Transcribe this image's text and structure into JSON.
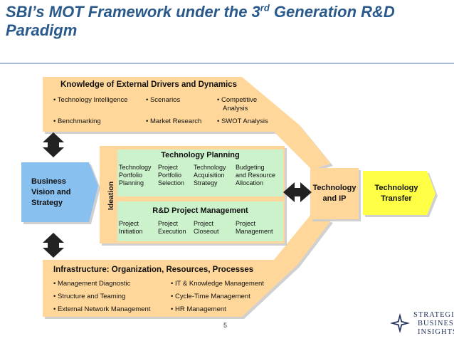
{
  "title": {
    "main": "SBI’s MOT Framework under the 3",
    "sup": "rd",
    "rest": " Generation R&D Paradigm"
  },
  "knowledge": {
    "header": "Knowledge of External Drivers and Dynamics",
    "items": [
      "• Technology Intelligence",
      "• Scenarios",
      "• Competitive",
      "Analysis",
      "• Benchmarking",
      "• Market Research",
      "• SWOT Analysis"
    ]
  },
  "business": {
    "lines": [
      "Business",
      "Vision and",
      "Strategy"
    ]
  },
  "ideation": "Ideation",
  "tech_planning": {
    "header": "Technology Planning",
    "columns": [
      [
        "Technology",
        "Portfolio",
        "Planning"
      ],
      [
        "Project",
        "Portfolio",
        "Selection"
      ],
      [
        "Technology",
        "Acquisition",
        "Strategy"
      ],
      [
        "Budgeting",
        "and Resource",
        "Allocation"
      ]
    ]
  },
  "rd_mgmt": {
    "header": "R&D Project Management",
    "columns": [
      [
        "Project",
        "Initiation"
      ],
      [
        "Project",
        "Execution"
      ],
      [
        "Project",
        "Closeout"
      ],
      [
        "Project",
        "Management"
      ]
    ]
  },
  "tech_ip": {
    "lines": [
      "Technology",
      "and IP"
    ]
  },
  "tech_transfer": {
    "lines": [
      "Technology",
      "Transfer"
    ]
  },
  "infrastructure": {
    "header": "Infrastructure: Organization, Resources, Processes",
    "items": [
      "• Management Diagnostic",
      "• IT & Knowledge Management",
      "• Structure and Teaming",
      "• Cycle-Time Management",
      "• External Network Management",
      "• HR Management"
    ]
  },
  "page_number": "5",
  "logo": {
    "lines": [
      "STRATEGIC",
      "BUSINESS",
      "INSIGHTS"
    ]
  },
  "colors": {
    "title": "#2a5a8c",
    "orange": "#ffd79a",
    "blue": "#88c0f0",
    "green": "#ccf2cc",
    "yellow": "#ffff44"
  }
}
